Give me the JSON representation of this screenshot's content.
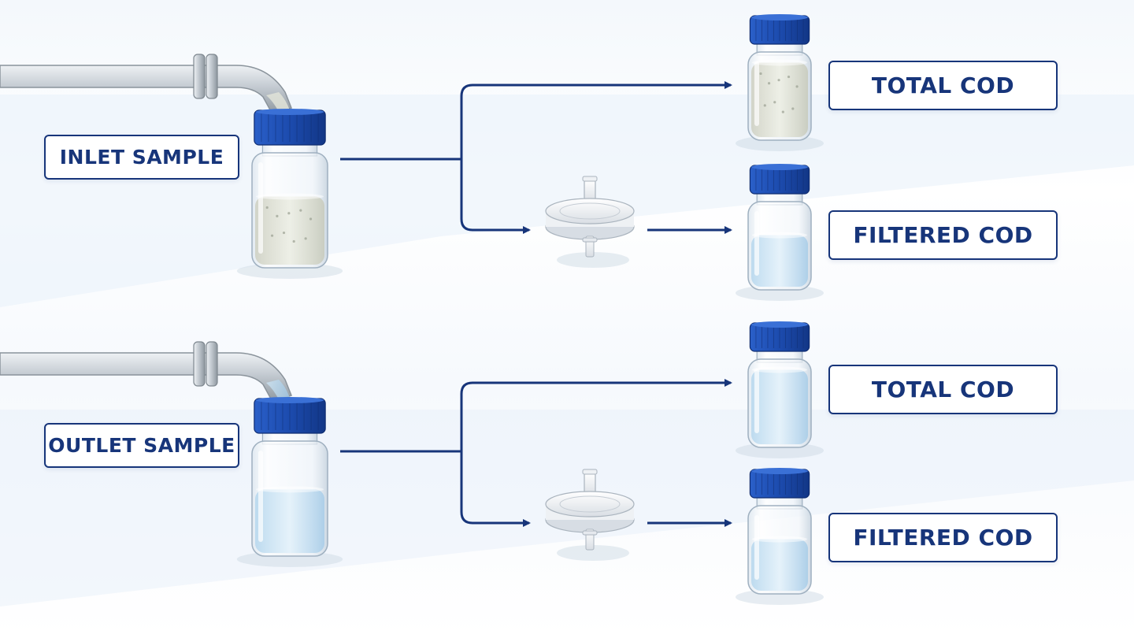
{
  "colors": {
    "navy": "#17357a",
    "cap_blue": "#1f4fb4",
    "turbid_liquid": "#e4e6da",
    "clear_liquid": "#cfe6f5",
    "pipe": "#b9c1c9"
  },
  "icons": [
    "pipe",
    "sample-bottle",
    "syringe-filter",
    "vial",
    "arrow-right"
  ],
  "branches": [
    {
      "sample_label": "INLET SAMPLE",
      "sample_liquid": "turbid",
      "outputs": [
        {
          "label": "TOTAL COD",
          "filtered": false,
          "liquid": "turbid"
        },
        {
          "label": "FILTERED COD",
          "filtered": true,
          "liquid": "clear"
        }
      ]
    },
    {
      "sample_label": "OUTLET SAMPLE",
      "sample_liquid": "clear",
      "outputs": [
        {
          "label": "TOTAL COD",
          "filtered": false,
          "liquid": "clear"
        },
        {
          "label": "FILTERED COD",
          "filtered": true,
          "liquid": "clear"
        }
      ]
    }
  ]
}
